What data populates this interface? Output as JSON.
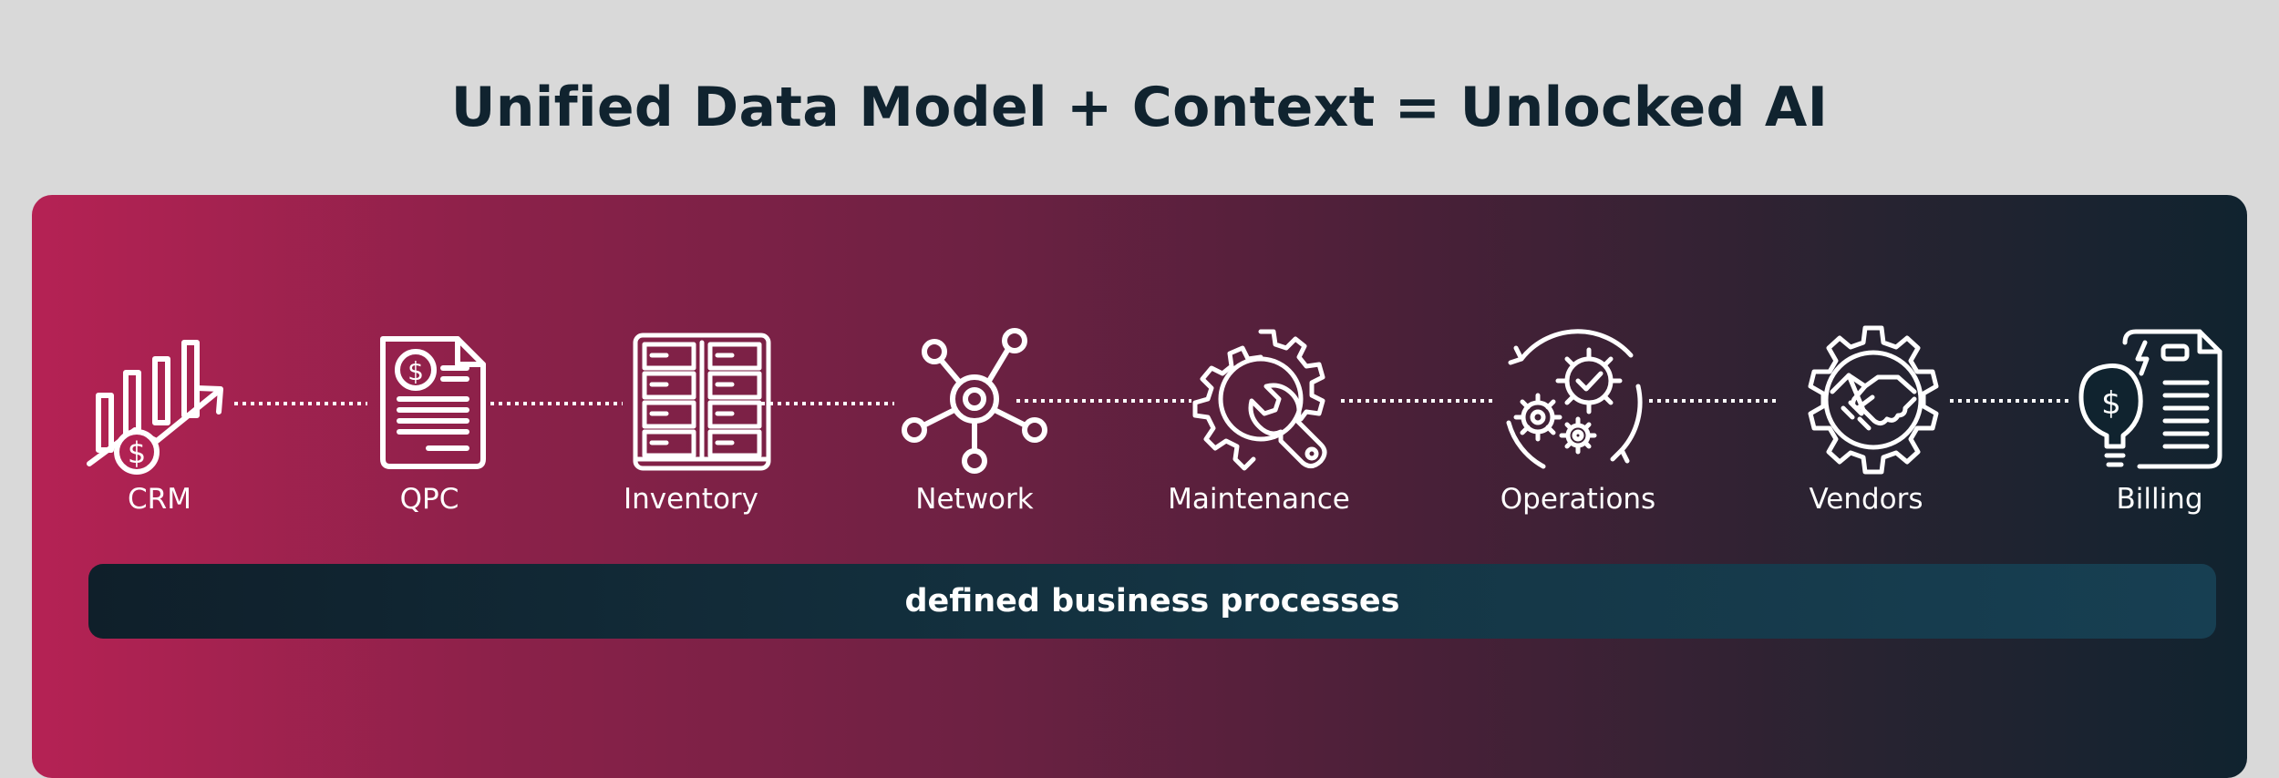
{
  "title": "Unified Data Model + Context = Unlocked AI",
  "systems": [
    {
      "label": "CRM",
      "icon": "growth-chart-dollar-icon"
    },
    {
      "label": "QPC",
      "icon": "invoice-dollar-document-icon"
    },
    {
      "label": "Inventory",
      "icon": "storage-rack-icon"
    },
    {
      "label": "Network",
      "icon": "network-nodes-icon"
    },
    {
      "label": "Maintenance",
      "icon": "wrench-gear-icon"
    },
    {
      "label": "Operations",
      "icon": "gears-check-cycle-icon"
    },
    {
      "label": "Vendors",
      "icon": "handshake-gear-icon"
    },
    {
      "label": "Billing",
      "icon": "bill-lightbulb-dollar-icon"
    }
  ],
  "process_bar": {
    "label": "defined business processes"
  },
  "colors": {
    "background": "#d9d9d9",
    "title": "#10232f",
    "panel_start": "#b52254",
    "panel_end": "#10232f",
    "bar_start": "#0f1f2a",
    "bar_end": "#173f52",
    "icon_stroke": "#ffffff"
  }
}
